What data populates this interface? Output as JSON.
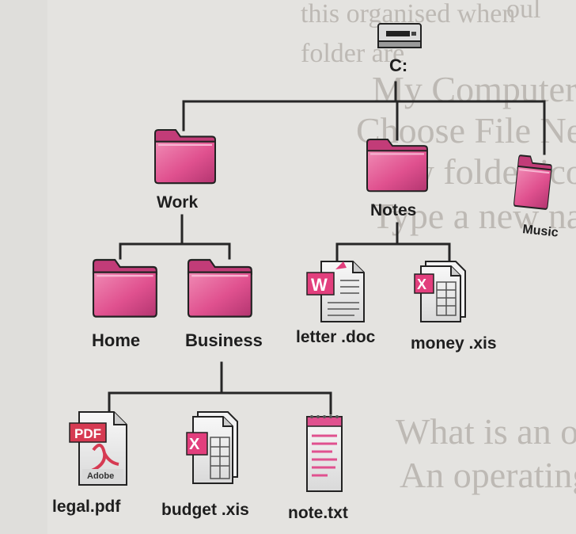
{
  "drive": {
    "label": "C:"
  },
  "folders": {
    "work": "Work",
    "notes": "Notes",
    "music": "Music",
    "home": "Home",
    "business": "Business"
  },
  "files": {
    "letter": "letter .doc",
    "money": "money .xis",
    "legal": "legal.pdf",
    "budget": "budget .xis",
    "note": "note.txt"
  },
  "file_badges": {
    "pdf_badge": "PDF",
    "adobe_badge": "Adobe"
  },
  "colors": {
    "folder_fill": "#e0518f",
    "folder_dark": "#a82c60",
    "line": "#262626",
    "page_bg": "#e4e3e0"
  },
  "icons": {
    "drive": "hard-drive-icon",
    "folder": "folder-icon",
    "word_doc": "word-document-icon",
    "spreadsheet": "spreadsheet-icon",
    "pdf": "pdf-document-icon",
    "text": "text-file-icon"
  }
}
